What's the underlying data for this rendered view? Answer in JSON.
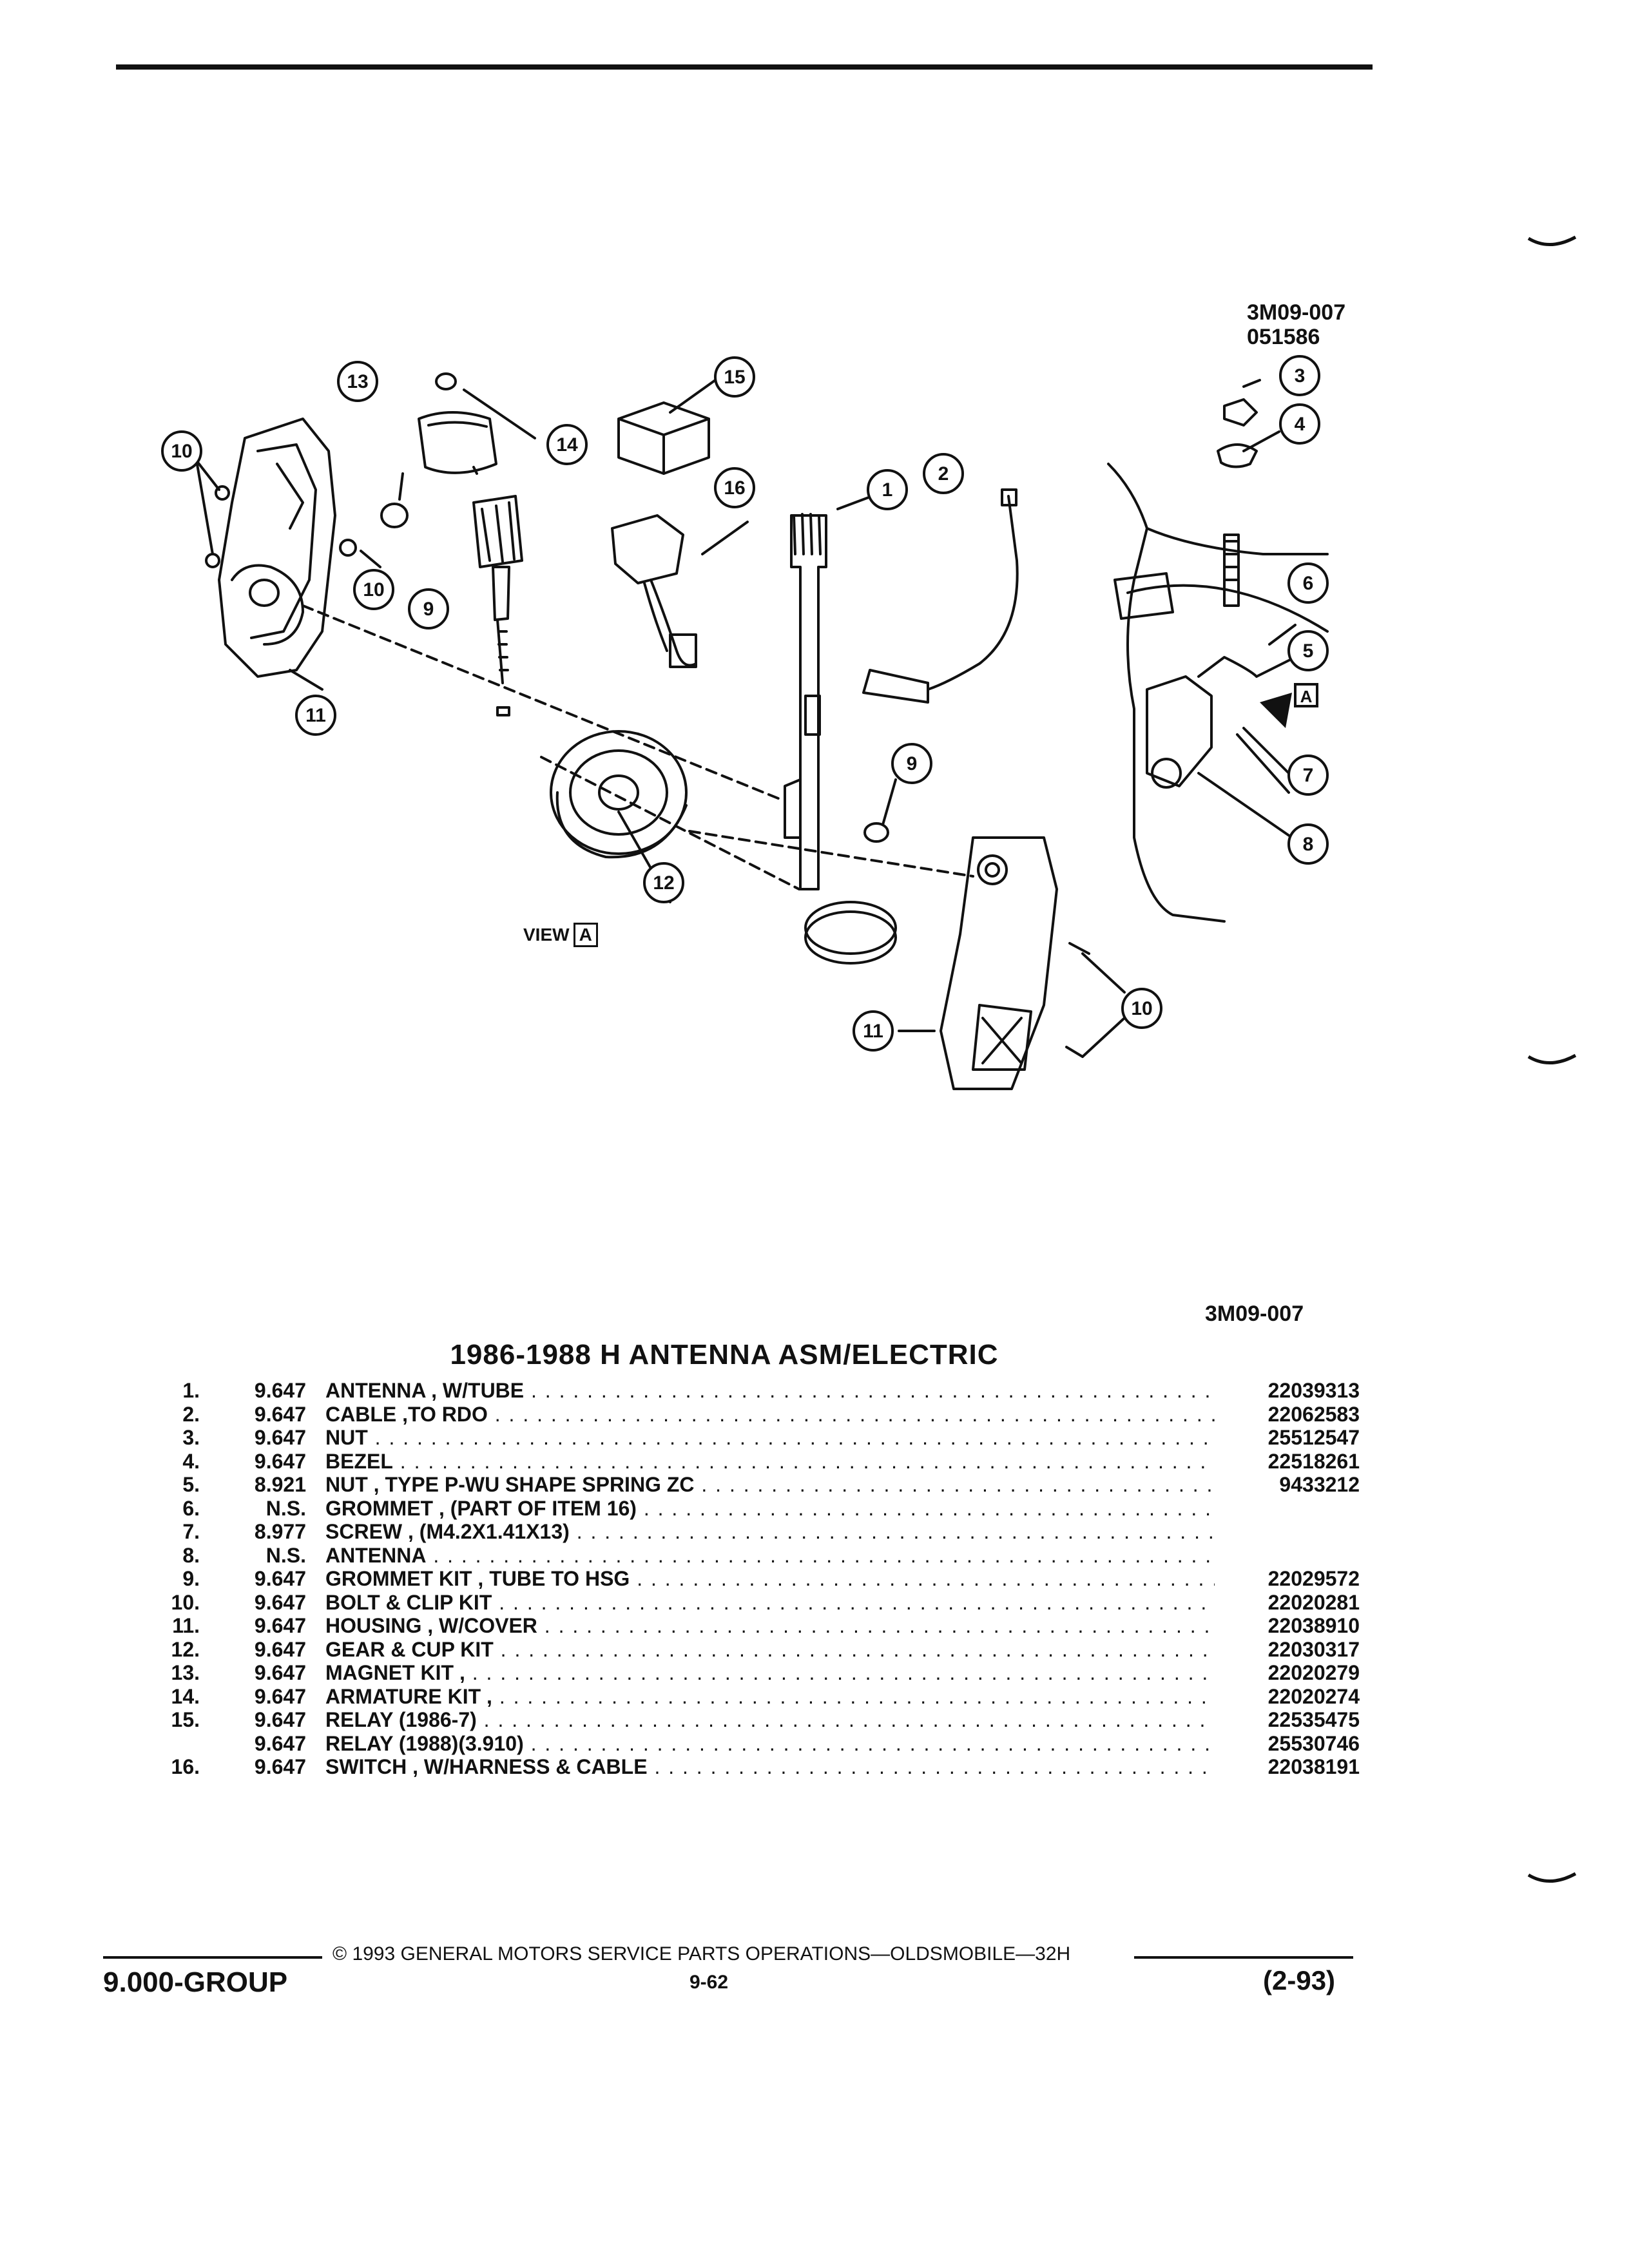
{
  "header": {
    "diagram_code": "3M09-007",
    "diagram_date": "051586"
  },
  "diagram": {
    "callouts": [
      "1",
      "2",
      "3",
      "4",
      "5",
      "6",
      "7",
      "8",
      "9",
      "9",
      "10",
      "10",
      "10",
      "11",
      "11",
      "12",
      "13",
      "14",
      "15",
      "16"
    ],
    "view_label": "VIEW",
    "view_letter": "A",
    "view_marker": "A"
  },
  "section": {
    "code": "3M09-007",
    "title": "1986-1988 H ANTENNA ASM/ELECTRIC"
  },
  "parts": [
    {
      "num": "1.",
      "cat": "9.647",
      "desc": "ANTENNA , W/TUBE",
      "pn": "22039313"
    },
    {
      "num": "2.",
      "cat": "9.647",
      "desc": "CABLE ,TO RDO",
      "pn": "22062583"
    },
    {
      "num": "3.",
      "cat": "9.647",
      "desc": "NUT",
      "pn": "25512547"
    },
    {
      "num": "4.",
      "cat": "9.647",
      "desc": "BEZEL",
      "pn": "22518261"
    },
    {
      "num": "5.",
      "cat": "8.921",
      "desc": "NUT , TYPE P-WU SHAPE SPRING ZC",
      "pn": "9433212"
    },
    {
      "num": "6.",
      "cat": "N.S.",
      "desc": "GROMMET , (PART OF ITEM 16)",
      "pn": ""
    },
    {
      "num": "7.",
      "cat": "8.977",
      "desc": "SCREW , (M4.2X1.41X13)",
      "pn": ""
    },
    {
      "num": "8.",
      "cat": "N.S.",
      "desc": "ANTENNA",
      "pn": ""
    },
    {
      "num": "9.",
      "cat": "9.647",
      "desc": "GROMMET KIT , TUBE TO HSG",
      "pn": "22029572"
    },
    {
      "num": "10.",
      "cat": "9.647",
      "desc": "BOLT & CLIP KIT",
      "pn": "22020281"
    },
    {
      "num": "11.",
      "cat": "9.647",
      "desc": "HOUSING , W/COVER",
      "pn": "22038910"
    },
    {
      "num": "12.",
      "cat": "9.647",
      "desc": "GEAR & CUP KIT",
      "pn": "22030317"
    },
    {
      "num": "13.",
      "cat": "9.647",
      "desc": "MAGNET KIT ,",
      "pn": "22020279"
    },
    {
      "num": "14.",
      "cat": "9.647",
      "desc": "ARMATURE KIT ,",
      "pn": "22020274"
    },
    {
      "num": "15.",
      "cat": "9.647",
      "desc": "RELAY (1986-7)",
      "pn": "22535475"
    },
    {
      "num": "",
      "cat": "9.647",
      "desc": "RELAY (1988)(3.910)",
      "pn": "25530746"
    },
    {
      "num": "16.",
      "cat": "9.647",
      "desc": "SWITCH , W/HARNESS & CABLE",
      "pn": "22038191"
    }
  ],
  "footer": {
    "copyright": "© 1993 GENERAL MOTORS SERVICE PARTS OPERATIONS—OLDSMOBILE—32H",
    "group": "9.000-GROUP",
    "page": "9-62",
    "date": "(2-93)"
  }
}
